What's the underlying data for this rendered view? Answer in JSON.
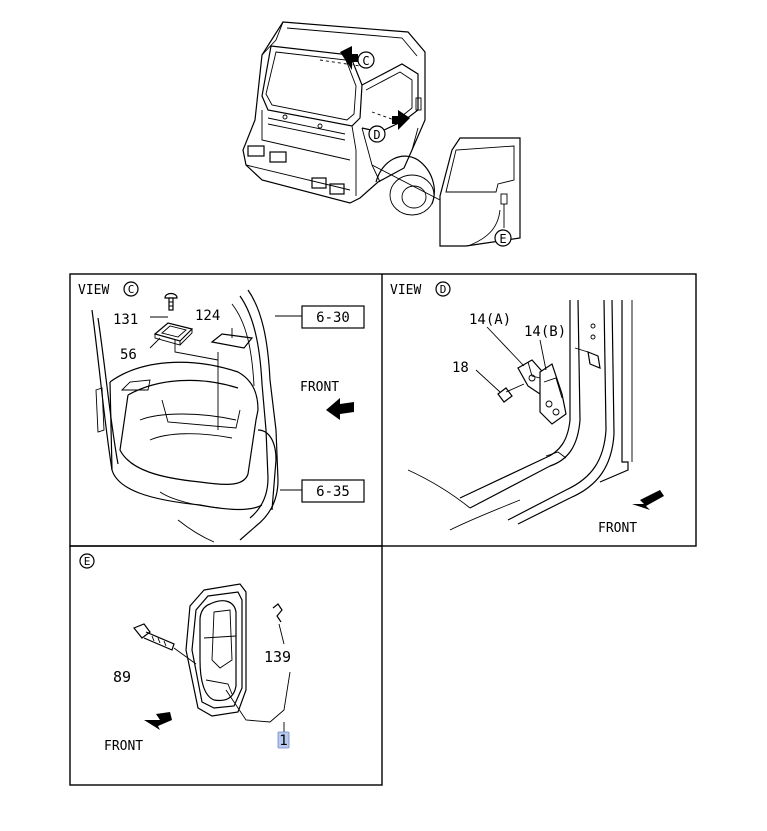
{
  "overview": {
    "callout_c": "C",
    "callout_d": "D",
    "callout_e": "E"
  },
  "view_c": {
    "title_prefix": "VIEW",
    "title_circle": "C",
    "labels": {
      "p131": "131",
      "p124": "124",
      "p56": "56",
      "ref_630": "6-30",
      "ref_635": "6-35",
      "front": "FRONT"
    }
  },
  "view_d": {
    "title_prefix": "VIEW",
    "title_circle": "D",
    "labels": {
      "p14a": "14(A)",
      "p14b": "14(B)",
      "p18": "18",
      "front": "FRONT"
    }
  },
  "view_e": {
    "title_circle": "E",
    "labels": {
      "p89": "89",
      "p139": "139",
      "p1": "1",
      "front": "FRONT"
    }
  }
}
